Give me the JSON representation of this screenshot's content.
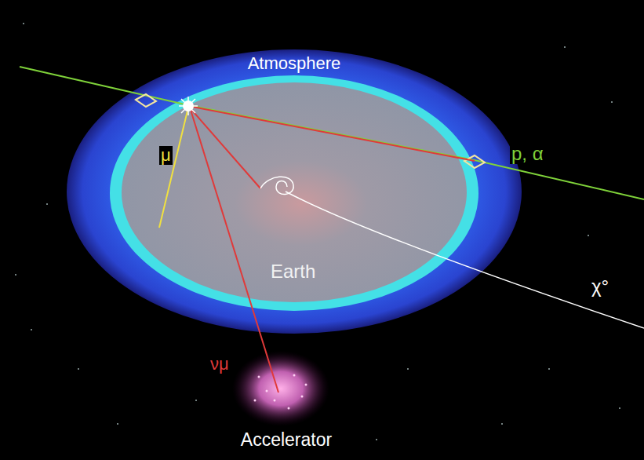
{
  "diagram": {
    "nodes": [
      {
        "text": [
          "Atmosphere"
        ]
      },
      {
        "text": [
          "Earth"
        ],
        "in": 0
      },
      {
        "text": [
          "Accelerator"
        ]
      }
    ],
    "labels": [
      "μ",
      "p, α",
      "νμ",
      "χ°"
    ]
  }
}
